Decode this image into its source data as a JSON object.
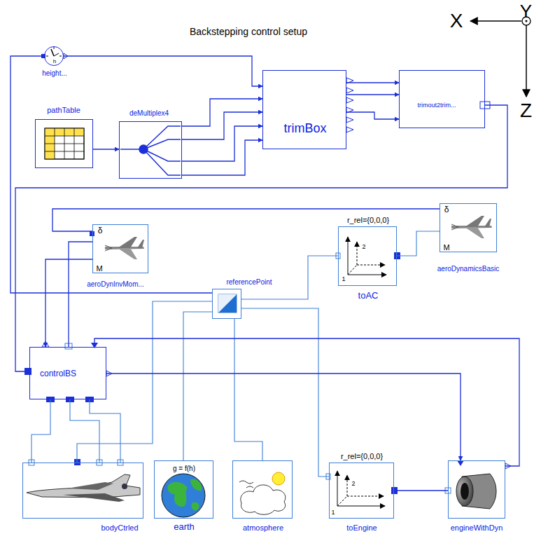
{
  "diagram": {
    "title": "Backstepping control setup",
    "nodes": [
      {
        "text": [
          "h",
          "height..."
        ]
      },
      {
        "text": [
          "pathTable"
        ]
      },
      {
        "text": [
          "deMultiplex4"
        ]
      },
      {
        "text": [
          "trimBox"
        ]
      },
      {
        "text": [
          "trimout2trim..."
        ]
      },
      {
        "text": [
          "δ",
          "M",
          "aeroDynInvMom..."
        ]
      },
      {
        "text": [
          "r_rel={0,0,0}",
          "2",
          "1",
          "toAC"
        ]
      },
      {
        "text": [
          "δ",
          "M",
          "aeroDynamicsBasic"
        ]
      },
      {
        "text": [
          "referencePoint"
        ]
      },
      {
        "text": [
          "controlBS"
        ]
      },
      {
        "text": [
          "bodyCtrled"
        ]
      },
      {
        "text": [
          "g = f(h)",
          "earth"
        ]
      },
      {
        "text": [
          "atmosphere"
        ]
      },
      {
        "text": [
          "r_rel={0,0,0}",
          "2",
          "1",
          "toEngine"
        ]
      },
      {
        "text": [
          "engineWithDyn"
        ]
      }
    ],
    "edges": [
      {
        "from": 0,
        "to": 3,
        "arrow": "to"
      },
      {
        "from": 0,
        "to": 8,
        "arrow": "none"
      },
      {
        "from": 1,
        "to": 2,
        "arrow": "to"
      },
      {
        "from": 2,
        "to": 3,
        "arrow": "to"
      },
      {
        "from": 2,
        "to": 3,
        "arrow": "to"
      },
      {
        "from": 2,
        "to": 3,
        "arrow": "to"
      },
      {
        "from": 2,
        "to": 3,
        "arrow": "to"
      },
      {
        "from": 3,
        "to": 4,
        "arrow": "to"
      },
      {
        "from": 3,
        "to": 4,
        "arrow": "to"
      },
      {
        "from": 3,
        "to": 4,
        "arrow": "to"
      },
      {
        "from": 4,
        "to": 9,
        "arrow": "none"
      },
      {
        "from": 5,
        "to": 7,
        "arrow": "none"
      },
      {
        "from": 9,
        "to": 5,
        "arrow": "none"
      },
      {
        "from": 5,
        "to": 9,
        "arrow": "to"
      },
      {
        "from": 8,
        "to": 6,
        "arrow": "none"
      },
      {
        "from": 6,
        "to": 7,
        "arrow": "none"
      },
      {
        "from": 8,
        "to": 10,
        "arrow": "none"
      },
      {
        "from": 8,
        "to": 11,
        "arrow": "none"
      },
      {
        "from": 8,
        "to": 12,
        "arrow": "none"
      },
      {
        "from": 8,
        "to": 13,
        "arrow": "none"
      },
      {
        "from": 9,
        "to": 10,
        "arrow": "none"
      },
      {
        "from": 9,
        "to": 10,
        "arrow": "none"
      },
      {
        "from": 9,
        "to": 10,
        "arrow": "none"
      },
      {
        "from": 9,
        "to": 14,
        "arrow": "to"
      },
      {
        "from": 14,
        "to": 9,
        "arrow": "to"
      },
      {
        "from": 13,
        "to": 14,
        "arrow": "none"
      }
    ],
    "labels": [
      "X",
      "Y",
      "Z"
    ]
  }
}
